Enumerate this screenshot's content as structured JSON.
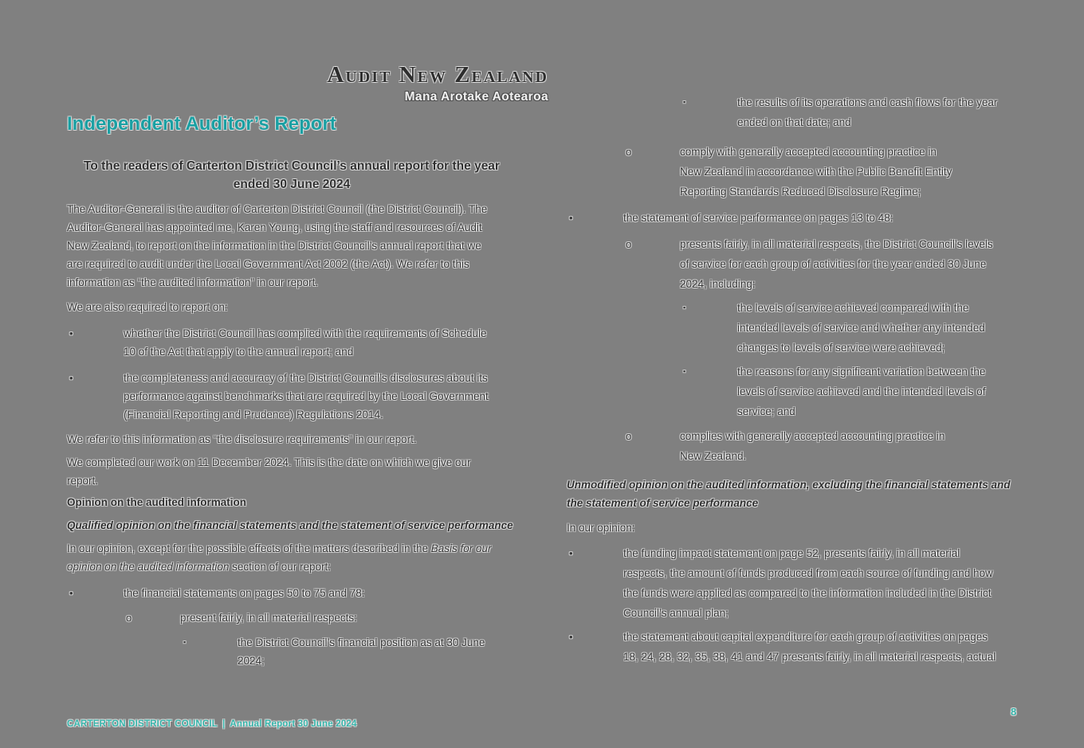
{
  "meta": {
    "background_color": "#808080",
    "accent_teal": "#1aa0a3",
    "footer_teal": "#35b3a9",
    "body_text_color": "#333333"
  },
  "logo": {
    "title": "Audit New Zealand",
    "subtitle": "Mana Arotake Aotearoa"
  },
  "titles": {
    "report_title": "Independent Auditor’s Report",
    "addressee": [
      "To the readers of Carterton District Council’s annual report for the year",
      "ended 30 June 2024"
    ]
  },
  "markers": {
    "level1": "•",
    "level2": "o",
    "level3": "▪"
  },
  "left": {
    "para_intro": [
      "The Auditor-General is the auditor of Carterton District Council (the District Council). The",
      "Auditor-General has appointed me, Karen Young, using the staff and resources of Audit",
      "New Zealand, to report on the information in the District Council’s annual report that we",
      "are required to audit under the Local Government Act 2002 (the Act). We refer to this",
      "information as “the audited information” in our report."
    ],
    "para_also_required": "We are also required to report on:",
    "bullet_schedule10": [
      "whether the District Council has complied with the requirements of Schedule",
      "10 of the Act that apply to the annual report; and"
    ],
    "bullet_completeness": [
      "the completeness and accuracy of the District Council’s disclosures about its",
      "performance against benchmarks that are required by the Local Government",
      "(Financial Reporting and Prudence) Regulations 2014."
    ],
    "para_disclosure": "We refer to this information as “the disclosure requirements” in our report.",
    "para_completed": [
      "We completed our work on 11 December 2024. This is the date on which we give our",
      "report."
    ],
    "heading_opinion": "Opinion on the audited information",
    "heading_qualified": "Qualified opinion on the financial statements and the statement of service performance",
    "para_in_our_opinion": {
      "normal_1": "In our opinion, except for the possible effects of the matters described in the ",
      "italic_1": "Basis for our",
      "italic_2": "opinion on the audited information",
      "normal_2": " section of our report:"
    },
    "bullet_financial_statements": "the financial statements on pages 50 to 75 and 78:",
    "bullet_present_fairly": "present fairly, in all material respects:",
    "bullet_financial_position": [
      "the District Council’s financial position as at 30 June",
      "2024;"
    ]
  },
  "right": {
    "bullet_results": [
      "the results of its operations and cash flows for the year",
      "ended on that date; and"
    ],
    "bullet_comply_gaap": [
      "comply with generally accepted accounting practice in",
      "New Zealand in accordance with the Public Benefit Entity",
      "Reporting Standards Reduced Disclosure Regime;"
    ],
    "bullet_service_performance": "the statement of service performance on pages 13 to 48:",
    "bullet_presents_fairly": [
      "presents fairly, in all material respects, the District Council’s levels",
      "of service for each group of activities for the year ended 30 June",
      "2024, including:"
    ],
    "bullet_levels_achieved": [
      "the levels of service achieved compared with the",
      "intended levels of service and whether any intended",
      "changes to levels of service were achieved;"
    ],
    "bullet_reasons_variation": [
      "the reasons for any significant variation between the",
      "levels of service achieved and the intended levels of",
      "service; and"
    ],
    "bullet_complies_gaap": [
      "complies with generally accepted accounting practice in",
      "New Zealand."
    ],
    "heading_unmodified": [
      "Unmodified opinion on the audited information, excluding the financial statements and",
      "the statement of service performance"
    ],
    "para_in_our_opinion": "In our opinion:",
    "bullet_funding_impact": [
      "the funding impact statement on page 52, presents fairly, in all material",
      "respects, the amount of funds produced from each source of funding and how",
      "the funds were applied as compared to the information included in the District",
      "Council’s annual plan;"
    ],
    "bullet_capital_expenditure": [
      "the statement about capital expenditure for each group of activities on pages",
      "18, 24, 28, 32, 35, 38, 41 and 47 presents fairly, in all material respects, actual"
    ]
  },
  "footer": {
    "council": "CARTERTON DISTRICT COUNCIL",
    "separator": "|",
    "report_label": "Annual Report 30 June 2024",
    "page_number": "8"
  }
}
